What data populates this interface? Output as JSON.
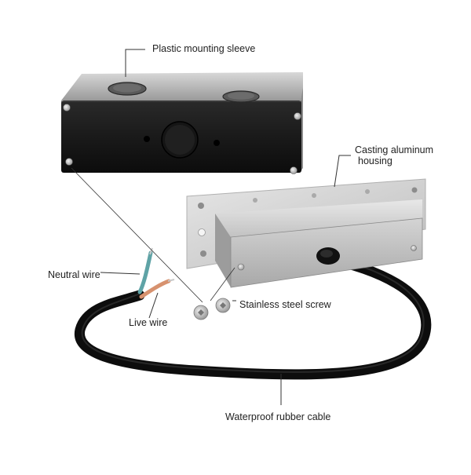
{
  "product_photo": {
    "parts": [
      "mounting-sleeve",
      "aluminum-housing",
      "cable",
      "neutral-wire",
      "live-wire",
      "screws"
    ],
    "colors": {
      "sleeve": "#1c1c1c",
      "housing": "#c8c8c8",
      "cable": "#111111",
      "neutral_wire": "#5fa3a6",
      "live_wire": "#d7926f"
    }
  },
  "callouts": {
    "sleeve": "Plastic mounting sleeve",
    "housing_line1": "Casting aluminum",
    "housing_line2": "housing",
    "neutral": "Neutral wire",
    "live": "Live wire",
    "screw": "Stainless steel screw",
    "cable": "Waterproof rubber cable"
  }
}
